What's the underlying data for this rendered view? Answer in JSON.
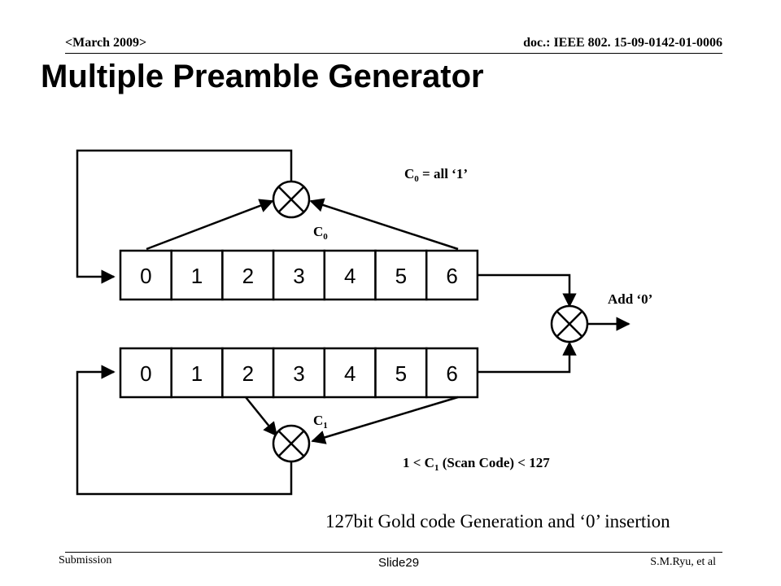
{
  "header": {
    "date": "<March 2009>",
    "doc": "doc.: IEEE 802. 15-09-0142-01-0006"
  },
  "title": "Multiple Preamble Generator",
  "diagram": {
    "register_top_cells": [
      "0",
      "1",
      "2",
      "3",
      "4",
      "5",
      "6"
    ],
    "register_bottom_cells": [
      "0",
      "1",
      "2",
      "3",
      "4",
      "5",
      "6"
    ],
    "mixer_top_label": "C",
    "mixer_top_label_sub": "0",
    "mixer_bottom_label": "C",
    "mixer_bottom_label_sub": "1",
    "c0_note_prefix": "C",
    "c0_note_sub": "0",
    "c0_note_suffix": " = all ‘1’",
    "c1_note_prefix": "1 < C",
    "c1_note_sub": "1",
    "c1_note_suffix": " (Scan Code) < 127",
    "add_zero_label": "Add ‘0’"
  },
  "caption": "127bit Gold code Generation and ‘0’ insertion",
  "footer": {
    "submission": "Submission",
    "slide": "Slide29",
    "author": "S.M.Ryu, et al"
  }
}
